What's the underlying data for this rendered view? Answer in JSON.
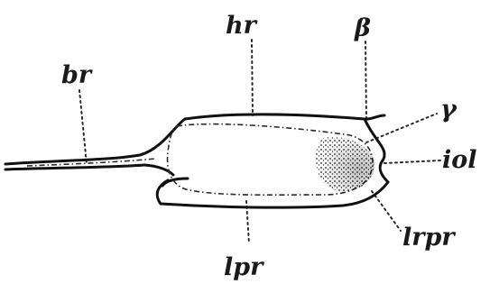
{
  "labels": {
    "br": "br",
    "hr": "hr",
    "beta": "β",
    "gamma": "γ",
    "iol": "iol",
    "lrpr": "lrpr",
    "lpr": "lpr"
  },
  "colors": {
    "ink": "#111111",
    "background": "#ffffff"
  }
}
